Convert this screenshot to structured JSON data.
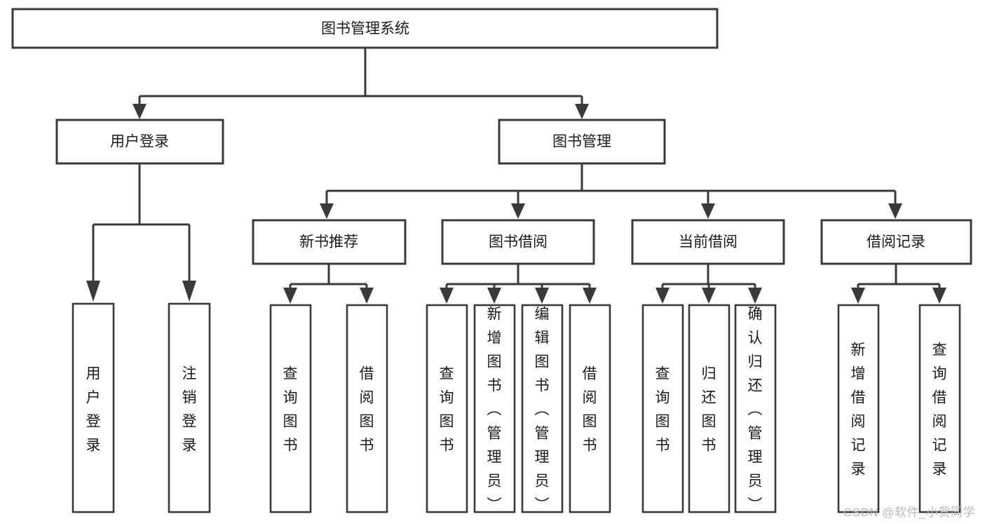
{
  "diagram": {
    "title": "图书管理系统",
    "watermark": "CSDN @软件_小贺同学",
    "line_color": "#3a3a3a",
    "box_fill": "#ffffff",
    "text_color": "#1a1a1a",
    "levels": {
      "root": {
        "label": "图书管理系统"
      },
      "level2": [
        {
          "id": "user-login",
          "label": "用户登录"
        },
        {
          "id": "book-management",
          "label": "图书管理"
        }
      ],
      "level3": [
        {
          "id": "new-book-recommend",
          "label": "新书推荐",
          "parent": "book-management"
        },
        {
          "id": "book-borrow",
          "label": "图书借阅",
          "parent": "book-management"
        },
        {
          "id": "current-borrow",
          "label": "当前借阅",
          "parent": "book-management"
        },
        {
          "id": "borrow-record",
          "label": "借阅记录",
          "parent": "book-management"
        }
      ],
      "leaves": [
        {
          "id": "leaf-user-login",
          "label": "用户登录",
          "parent": "user-login"
        },
        {
          "id": "leaf-logout",
          "label": "注销登录",
          "parent": "user-login"
        },
        {
          "id": "leaf-query-book-1",
          "label": "查询图书",
          "parent": "new-book-recommend"
        },
        {
          "id": "leaf-borrow-book-1",
          "label": "借阅图书",
          "parent": "new-book-recommend"
        },
        {
          "id": "leaf-query-book-2",
          "label": "查询图书",
          "parent": "book-borrow"
        },
        {
          "id": "leaf-add-book",
          "label": "新增图书（管理员）",
          "parent": "book-borrow"
        },
        {
          "id": "leaf-edit-book",
          "label": "编辑图书（管理员）",
          "parent": "book-borrow"
        },
        {
          "id": "leaf-borrow-book-2",
          "label": "借阅图书",
          "parent": "book-borrow"
        },
        {
          "id": "leaf-query-book-3",
          "label": "查询图书",
          "parent": "current-borrow"
        },
        {
          "id": "leaf-return-book",
          "label": "归还图书",
          "parent": "current-borrow"
        },
        {
          "id": "leaf-confirm-return",
          "label": "确认归还（管理员）",
          "parent": "current-borrow"
        },
        {
          "id": "leaf-add-record",
          "label": "新增借阅记录",
          "parent": "borrow-record"
        },
        {
          "id": "leaf-query-record",
          "label": "查询借阅记录",
          "parent": "borrow-record"
        }
      ]
    }
  }
}
